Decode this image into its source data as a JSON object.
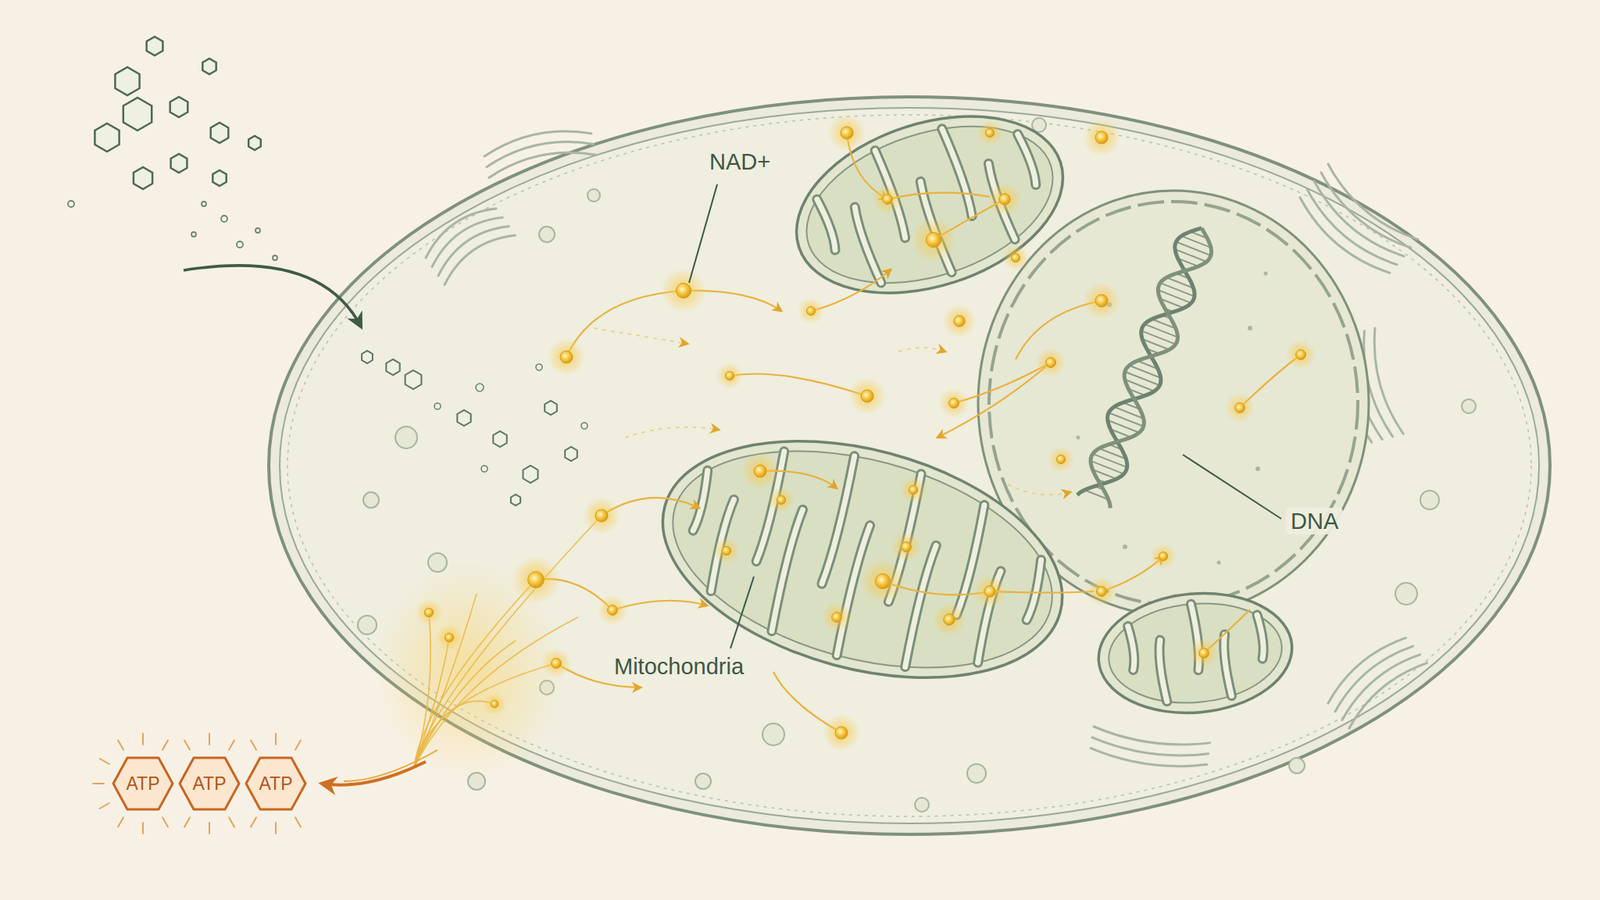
{
  "diagram": {
    "nodes": [
      {
        "text": [
          "ATP"
        ]
      },
      {
        "text": [
          "ATP"
        ]
      },
      {
        "text": [
          "ATP"
        ]
      }
    ],
    "labels": [
      "NAD+",
      "Mitochondria",
      "DNA"
    ]
  }
}
